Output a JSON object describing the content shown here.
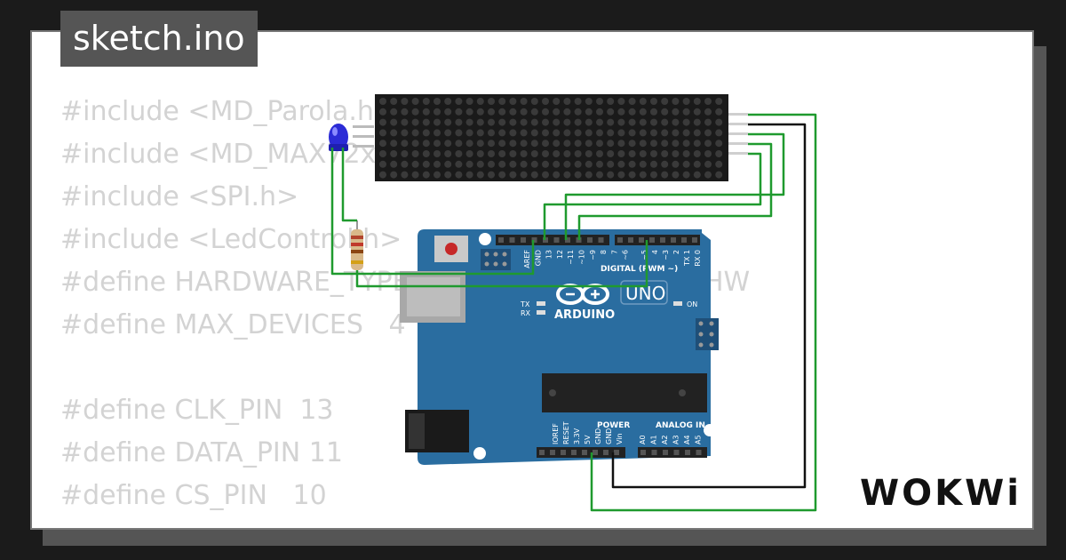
{
  "title": "sketch.ino",
  "code_lines": [
    "#include <MD_Parola.h>",
    "#include <MD_MAX72xx.h>",
    "#include <SPI.h>",
    "#include <LedControl.h>",
    "#define HARDWARE_TYPE MD_MAX72XX::FC16_HW",
    "#define MAX_DEVICES   4",
    "",
    "#define CLK_PIN  13",
    "#define DATA_PIN 11",
    "#define CS_PIN   10"
  ],
  "board": {
    "brand": "ARDUINO",
    "model": "UNO",
    "digital_label": "DIGITAL (PWM ~)",
    "power_label": "POWER",
    "analog_label": "ANALOG IN",
    "tx": "TX",
    "rx": "RX",
    "on": "ON",
    "top_pins": [
      "AREF",
      "GND",
      "13",
      "12",
      "~11",
      "~10",
      "~9",
      "8",
      "7",
      "~6",
      "~5",
      "4",
      "~3",
      "2",
      "TX 1",
      "RX 0"
    ],
    "power_pins": [
      "IOREF",
      "RESET",
      "3.3V",
      "5V",
      "GND",
      "GND",
      "Vin"
    ],
    "analog_pins": [
      "A0",
      "A1",
      "A2",
      "A3",
      "A4",
      "A5"
    ]
  },
  "logo": "WOKWi",
  "colors": {
    "board_blue": "#2a6da0",
    "wire_green": "#1f9a2e",
    "wire_black": "#111111",
    "code_gray": "#d3d3d3",
    "title_bg": "#555555"
  }
}
